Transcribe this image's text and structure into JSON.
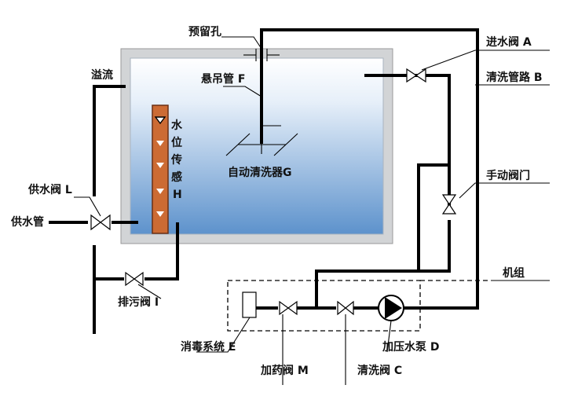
{
  "labels": {
    "reserved_hole": "预留孔",
    "inlet_valve": "进水阀 A",
    "overflow": "溢流",
    "hanger_pipe": "悬吊管 F",
    "wash_pipe": "清洗管路 B",
    "auto_cleaner": "自动清洗器G",
    "manual_valve": "手动阀门",
    "supply_valve": "供水阀 L",
    "supply_pipe": "供水管",
    "drain_valve": "排污阀 I",
    "unit": "机组",
    "disinfection": "消毒系统 E",
    "dosing_valve": "加药阀 M",
    "clean_valve": "清洗阀 C",
    "booster_pump": "加压水泵 D"
  },
  "sensor": {
    "chars": [
      "水",
      "位",
      "传",
      "感",
      "H"
    ]
  },
  "colors": {
    "tank_top": "#ffffff",
    "tank_bottom": "#5d92cc",
    "sensor_fill": "#cc6b34",
    "tank_frame": "#d2d4d6"
  }
}
